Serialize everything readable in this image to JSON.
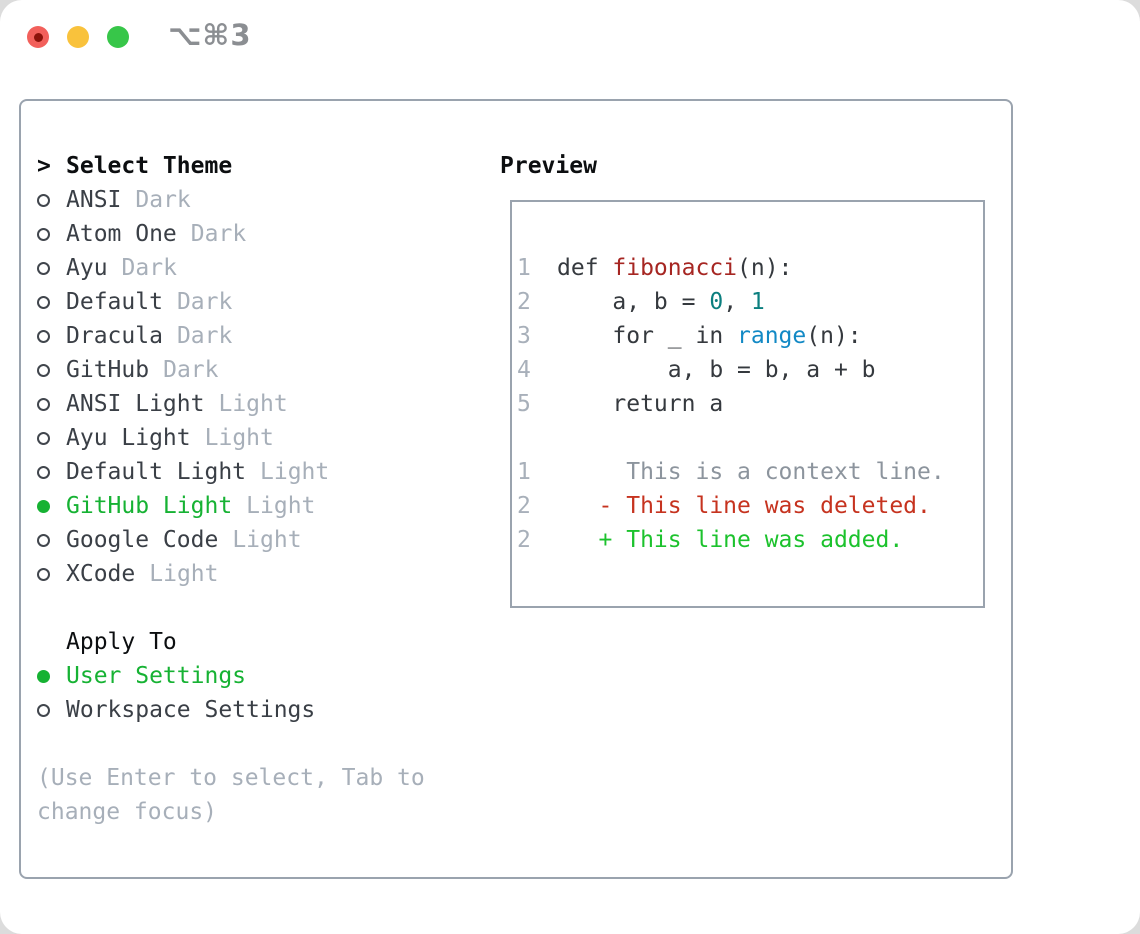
{
  "titlebar": {
    "shortcut": "⌥⌘3"
  },
  "theme_picker": {
    "header_prefix": ">",
    "header": "Select Theme",
    "themes": [
      {
        "name": "ANSI",
        "variant": "Dark",
        "selected": false
      },
      {
        "name": "Atom One",
        "variant": "Dark",
        "selected": false
      },
      {
        "name": "Ayu",
        "variant": "Dark",
        "selected": false
      },
      {
        "name": "Default",
        "variant": "Dark",
        "selected": false
      },
      {
        "name": "Dracula",
        "variant": "Dark",
        "selected": false
      },
      {
        "name": "GitHub",
        "variant": "Dark",
        "selected": false
      },
      {
        "name": "ANSI Light",
        "variant": "Light",
        "selected": false
      },
      {
        "name": "Ayu Light",
        "variant": "Light",
        "selected": false
      },
      {
        "name": "Default Light",
        "variant": "Light",
        "selected": false
      },
      {
        "name": "GitHub Light",
        "variant": "Light",
        "selected": true
      },
      {
        "name": "Google Code",
        "variant": "Light",
        "selected": false
      },
      {
        "name": "XCode",
        "variant": "Light",
        "selected": false
      }
    ],
    "apply_to": {
      "header": "Apply To",
      "options": [
        {
          "label": "User Settings",
          "selected": true
        },
        {
          "label": "Workspace Settings",
          "selected": false
        }
      ]
    },
    "hint_lines": [
      "(Use Enter to select, Tab to",
      "change focus)"
    ]
  },
  "preview": {
    "header": "Preview",
    "code_lines": [
      {
        "number": "1",
        "segments": [
          {
            "text": "def ",
            "color": "code"
          },
          {
            "text": "fibonacci",
            "color": "red"
          },
          {
            "text": "(n):",
            "color": "code"
          }
        ]
      },
      {
        "number": "2",
        "segments": [
          {
            "text": "    a, b = ",
            "color": "code"
          },
          {
            "text": "0",
            "color": "teal"
          },
          {
            "text": ", ",
            "color": "code"
          },
          {
            "text": "1",
            "color": "teal"
          }
        ]
      },
      {
        "number": "3",
        "segments": [
          {
            "text": "    for _ in ",
            "color": "code"
          },
          {
            "text": "range",
            "color": "blue"
          },
          {
            "text": "(n):",
            "color": "code"
          }
        ]
      },
      {
        "number": "4",
        "segments": [
          {
            "text": "        a, b = b, a + b",
            "color": "code"
          }
        ]
      },
      {
        "number": "5",
        "segments": [
          {
            "text": "    return a",
            "color": "code"
          }
        ]
      }
    ],
    "diff_lines": [
      {
        "number": "1",
        "segments": [
          {
            "text": "     This is a context line.",
            "color": "ctx"
          }
        ]
      },
      {
        "number": "2",
        "segments": [
          {
            "text": "   - This line was deleted.",
            "color": "del"
          }
        ]
      },
      {
        "number": "2",
        "segments": [
          {
            "text": "   + This line was added.",
            "color": "add"
          }
        ]
      }
    ]
  },
  "colors": {
    "text": "#3a3f46",
    "heading": "#0c0e10",
    "muted": "#a7afb9",
    "border": "#9aa3ae",
    "selection-green": "#16b233",
    "diff-add": "#1cc22d",
    "diff-del": "#c6331f",
    "diff-context": "#8c949d",
    "code-default": "#35393e",
    "code-function-red": "#a62622",
    "code-number-teal": "#0b7f7f",
    "code-builtin-blue": "#1289c5",
    "line-number": "#a8b0ba",
    "traffic-red": "#f2605b",
    "traffic-red-dot": "#8c130b",
    "traffic-yellow": "#f9c23c",
    "traffic-green": "#37c649",
    "titlebar-label": "#8b8e92"
  }
}
